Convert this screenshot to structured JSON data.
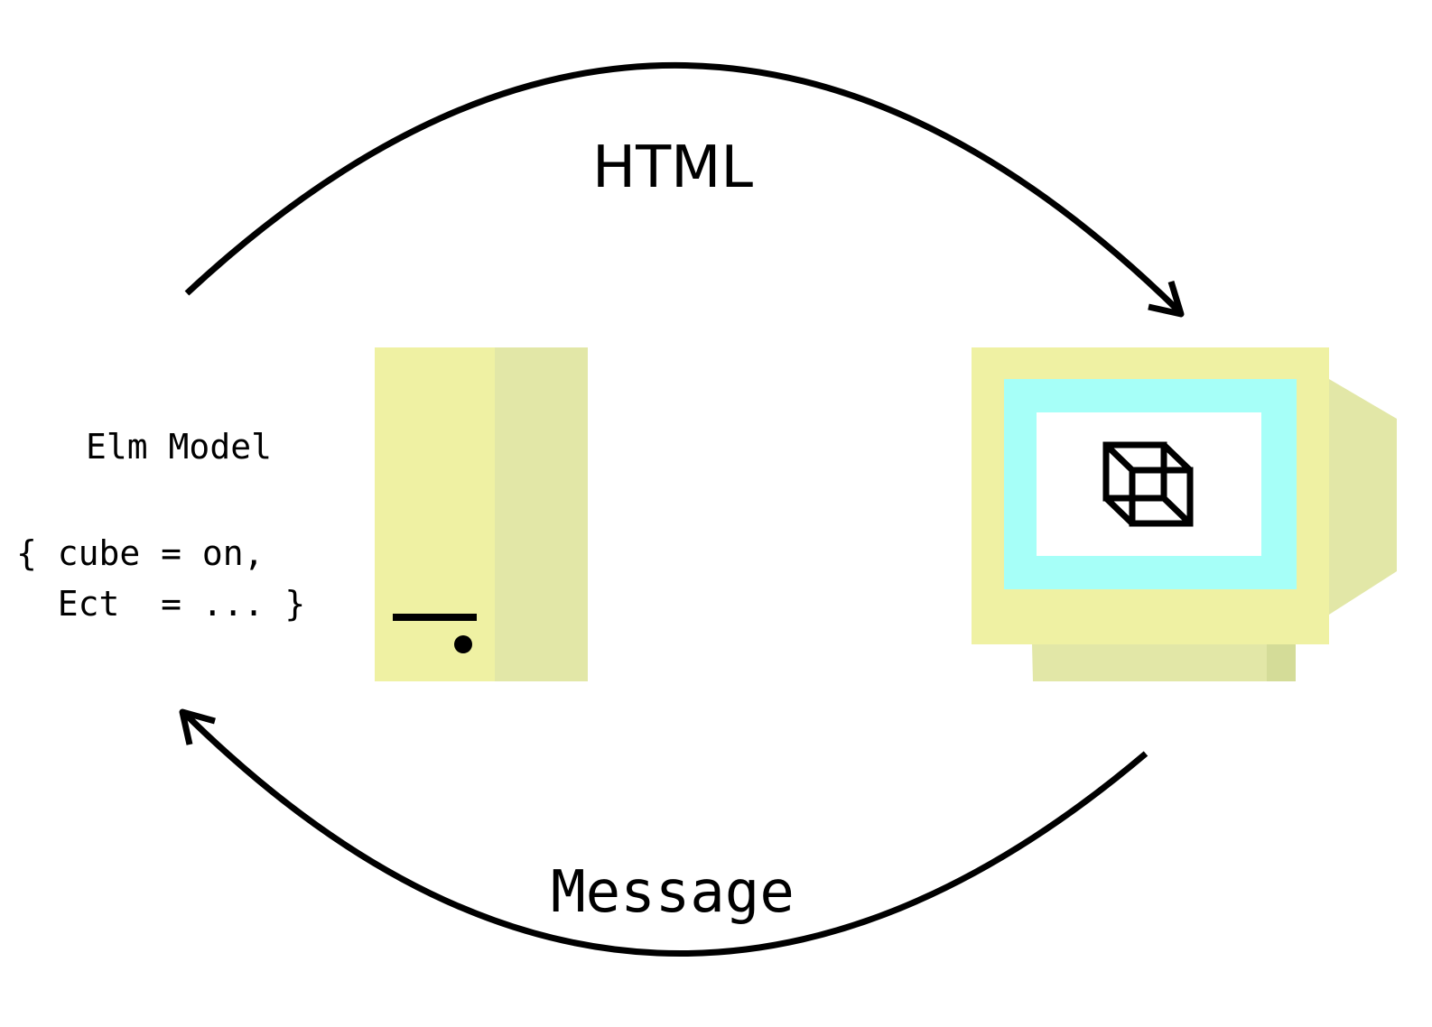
{
  "diagram": {
    "top_arrow_label": "HTML",
    "bottom_arrow_label": "Message",
    "model_title": "Elm Model",
    "model_line1": "{ cube = on,",
    "model_line2": "  Ect  = ... }"
  },
  "colors": {
    "tower_front": "#eff1a3",
    "tower_side": "#e2e7a7",
    "monitor_frame": "#eff1a3",
    "monitor_side": "#e2e7a7",
    "monitor_stand": "#e2e7a7",
    "monitor_stand_shade": "#d4dc98",
    "screen_bezel": "#a6fff8",
    "screen_inner": "#ffffff",
    "stroke": "#000000"
  },
  "icons": {
    "monitor_content": "wireframe-cube-icon"
  }
}
